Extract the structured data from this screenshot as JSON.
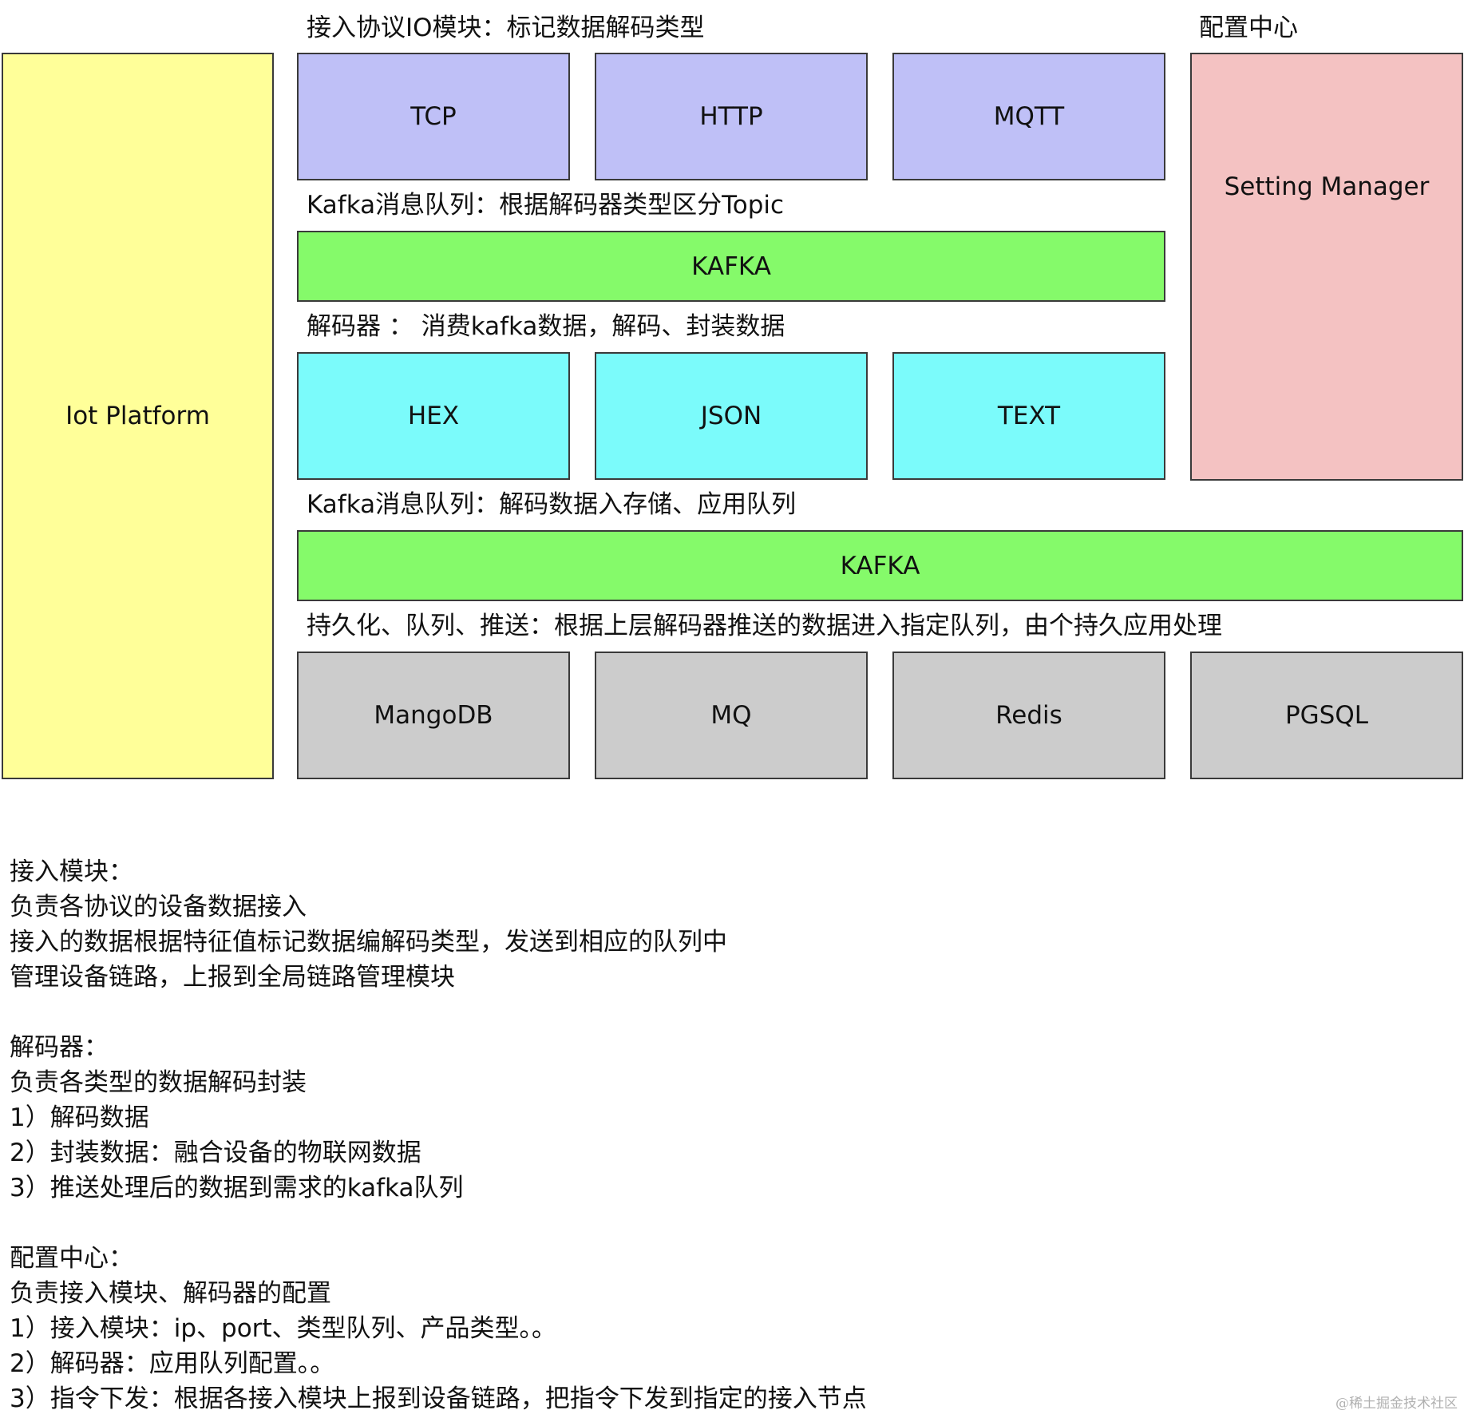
{
  "diagram": {
    "left_panel": {
      "label": "Iot Platform",
      "color": "#FFFF99"
    },
    "config_center": {
      "title": "配置中心",
      "label": "Setting Manager",
      "color": "#F4C2C2"
    },
    "access_layer": {
      "title": "接入协议IO模块：标记数据解码类型",
      "color": "#BFC0F7",
      "items": [
        "TCP",
        "HTTP",
        "MQTT"
      ]
    },
    "kafka_1": {
      "title": "Kafka消息队列：根据解码器类型区分Topic",
      "label": "KAFKA",
      "color": "#85FA6A"
    },
    "decoder_layer": {
      "title": "解码器 ： 消费kafka数据，解码、封装数据",
      "color": "#7BFBFB",
      "items": [
        "HEX",
        "JSON",
        "TEXT"
      ]
    },
    "kafka_2": {
      "title": "Kafka消息队列：解码数据入存储、应用队列",
      "label": "KAFKA",
      "color": "#85FA6A"
    },
    "storage_layer": {
      "title": "持久化、队列、推送：根据上层解码器推送的数据进入指定队列，由个持久应用处理",
      "color": "#CCCCCC",
      "items": [
        "MangoDB",
        "MQ",
        "Redis",
        "PGSQL"
      ]
    }
  },
  "notes": {
    "access": {
      "heading": "接入模块：",
      "lines": [
        "负责各协议的设备数据接入",
        "接入的数据根据特征值标记数据编解码类型，发送到相应的队列中",
        "管理设备链路，上报到全局链路管理模块"
      ]
    },
    "decoder": {
      "heading": "解码器：",
      "lines": [
        "负责各类型的数据解码封装",
        "1）解码数据",
        "2）封装数据：融合设备的物联网数据",
        "3）推送处理后的数据到需求的kafka队列"
      ]
    },
    "config": {
      "heading": "配置中心：",
      "lines": [
        "负责接入模块、解码器的配置",
        "1）接入模块：ip、port、类型队列、产品类型。。",
        "2）解码器：应用队列配置。。",
        "3）指令下发：根据各接入模块上报到设备链路，把指令下发到指定的接入节点"
      ]
    }
  },
  "watermark": "@稀土掘金技术社区"
}
